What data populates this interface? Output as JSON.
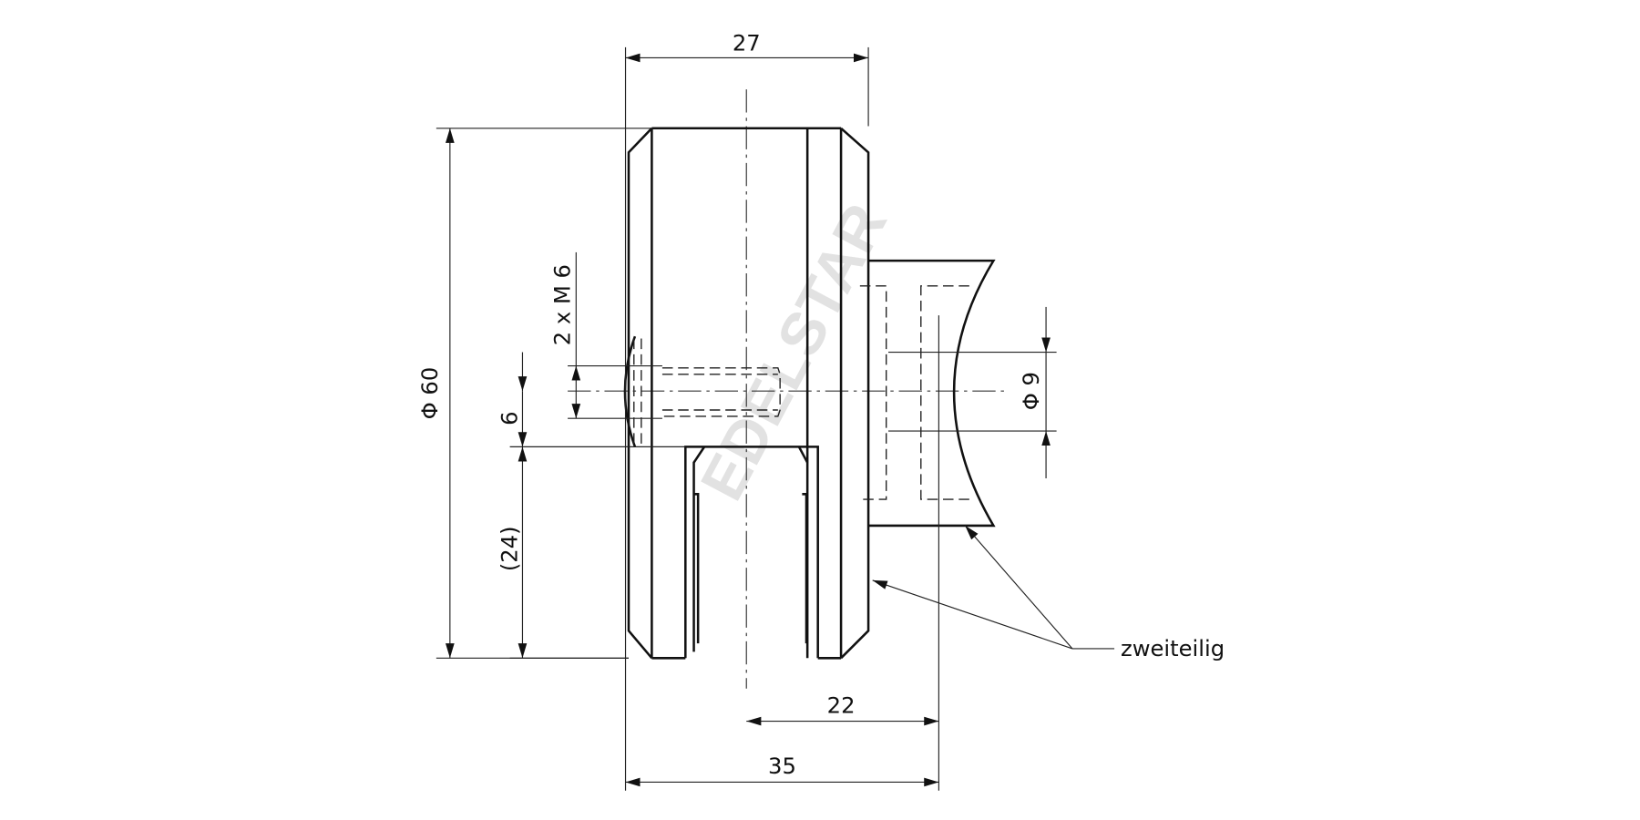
{
  "drawing": {
    "dimensions": {
      "width_top": "27",
      "diameter": "Φ 60",
      "thread": "2 x M 6",
      "hole_offset": "6",
      "glass_depth": "(24)",
      "pin_diameter": "Φ 9",
      "center_to_back": "22",
      "total_depth": "35"
    },
    "note": "zweiteilig",
    "watermark": "EDELSTAR",
    "colors": {
      "line": "#111111",
      "watermark": "#cfcfcf"
    }
  }
}
